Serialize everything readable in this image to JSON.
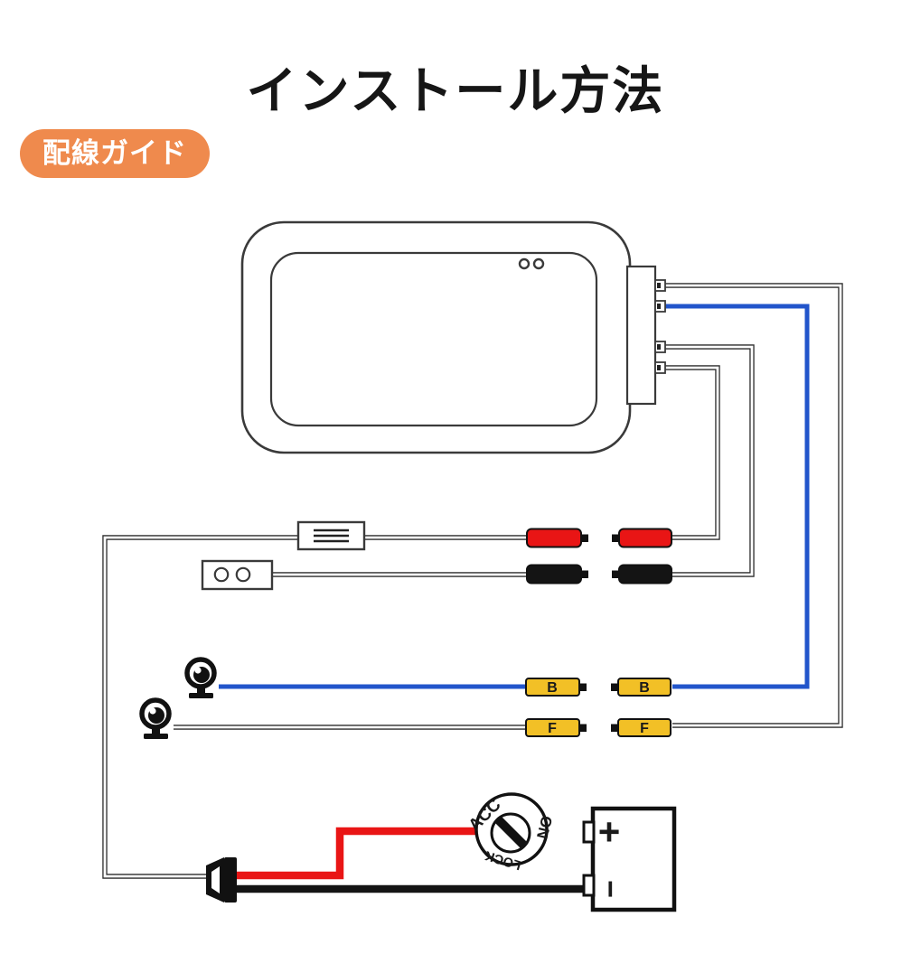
{
  "header": {
    "title": "インストール方法",
    "badge_label": "配線ガイド"
  },
  "labels": {
    "back_connector": "B",
    "front_connector": "F"
  },
  "ignition_switch": {
    "acc": "ACC",
    "on": "ON",
    "lock": "LOCK"
  },
  "battery": {
    "plus": "+",
    "minus": "−"
  },
  "colors": {
    "badge_orange": "#EF8A4D",
    "wire_blue": "#2255CB",
    "wire_red": "#E91515",
    "wire_black": "#141414",
    "connector_red": "#E91515",
    "connector_black": "#141414",
    "connector_yellow": "#F2C026"
  }
}
